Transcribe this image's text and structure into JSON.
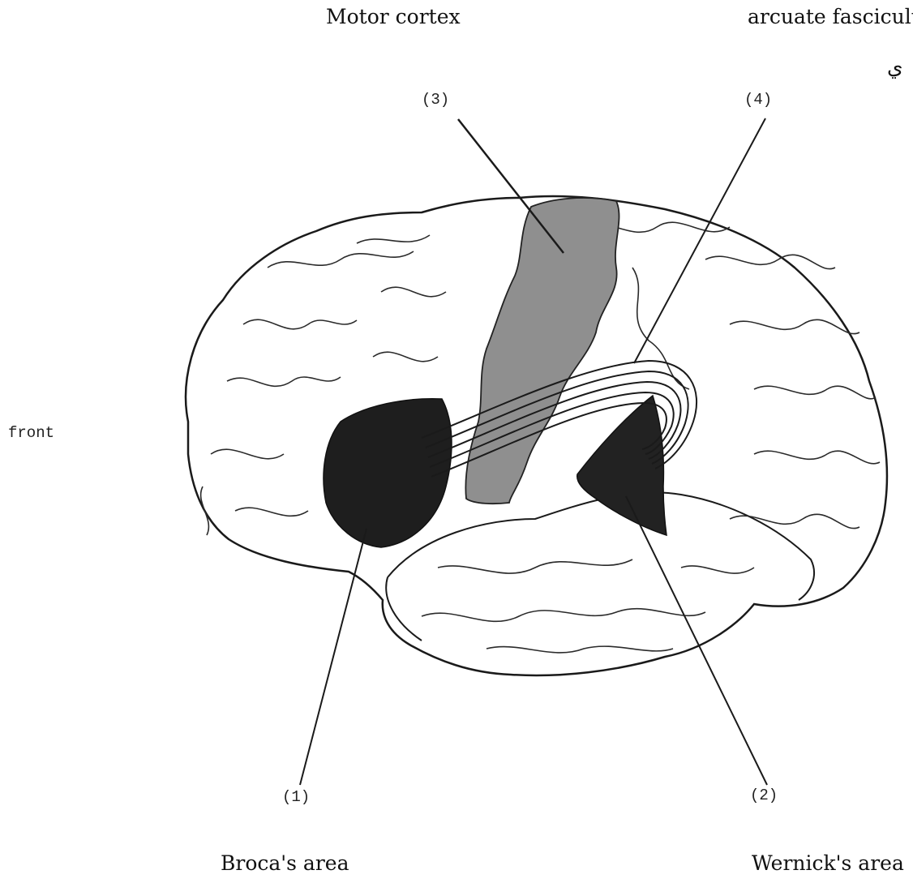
{
  "labels": {
    "motor_cortex": "Motor cortex",
    "arcuate_fasciculus": "arcuate fasciculus",
    "stray_glyph": "ي",
    "front": "front",
    "brocas_area": "Broca's area",
    "wernicks_area": "Wernick's area"
  },
  "markers": {
    "m1": "(1)",
    "m2": "(2)",
    "m3": "(3)",
    "m4": "(4)"
  },
  "colors": {
    "brocas_fill": "#1e1e1e",
    "wernicks_fill": "#222222",
    "motor_cortex_fill": "#8f8f8f",
    "outline": "#1a1a1a"
  }
}
